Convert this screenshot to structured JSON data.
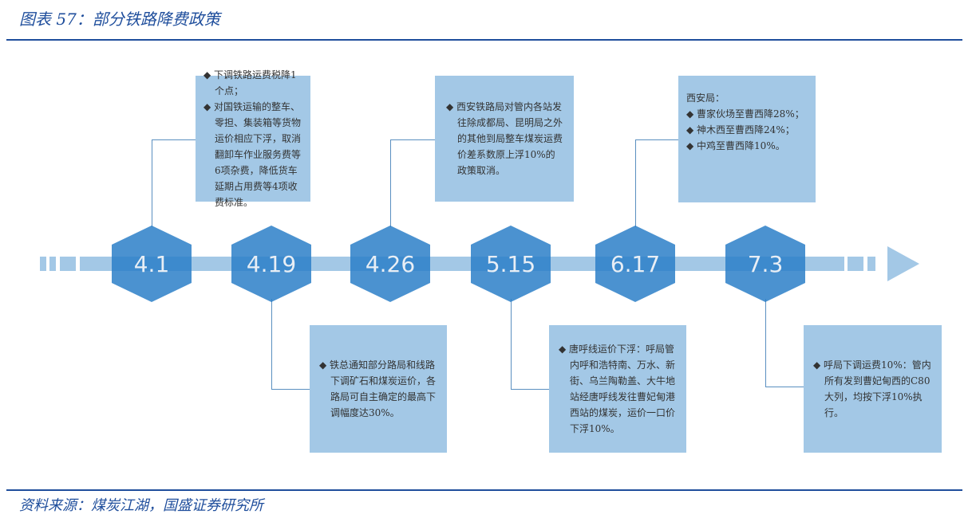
{
  "title": "图表 57：部分铁路降费政策",
  "source": "资料来源：煤炭江湖，国盛证券研究所",
  "colors": {
    "accent": "#1f4e9c",
    "box": "#a3c8e6",
    "hex": "#2b7fc8"
  },
  "milestones": [
    {
      "date": "4.1",
      "box_heading": "",
      "items": [
        "下调铁路运费税降1个点；",
        "对国铁运输的整车、零担、集装箱等货物运价相应下浮，取消翻卸车作业服务费等6项杂费，降低货车延期占用费等4项收费标准。"
      ]
    },
    {
      "date": "4.19",
      "box_heading": "",
      "items": [
        "铁总通知部分路局和线路下调矿石和煤炭运价，各路局可自主确定的最高下调幅度达30%。"
      ]
    },
    {
      "date": "4.26",
      "box_heading": "",
      "items": [
        "西安铁路局对管内各站发往除成都局、昆明局之外的其他到局整车煤炭运费价差系数原上浮10%的政策取消。"
      ]
    },
    {
      "date": "5.15",
      "box_heading": "",
      "items": [
        "唐呼线运价下浮：呼局管内呼和浩特南、万水、新街、乌兰陶勒盖、大牛地站经唐呼线发往曹妃甸港西站的煤炭，运价一口价下浮10%。"
      ]
    },
    {
      "date": "6.17",
      "box_heading": "西安局：",
      "items": [
        "曹家伙场至曹西降28%；",
        "神木西至曹西降24%；",
        "中鸡至曹西降10%。"
      ]
    },
    {
      "date": "7.3",
      "box_heading": "",
      "items": [
        "呼局下调运费10%：管内所有发到曹妃甸西的C80大列，均按下浮10%执行。"
      ]
    }
  ]
}
